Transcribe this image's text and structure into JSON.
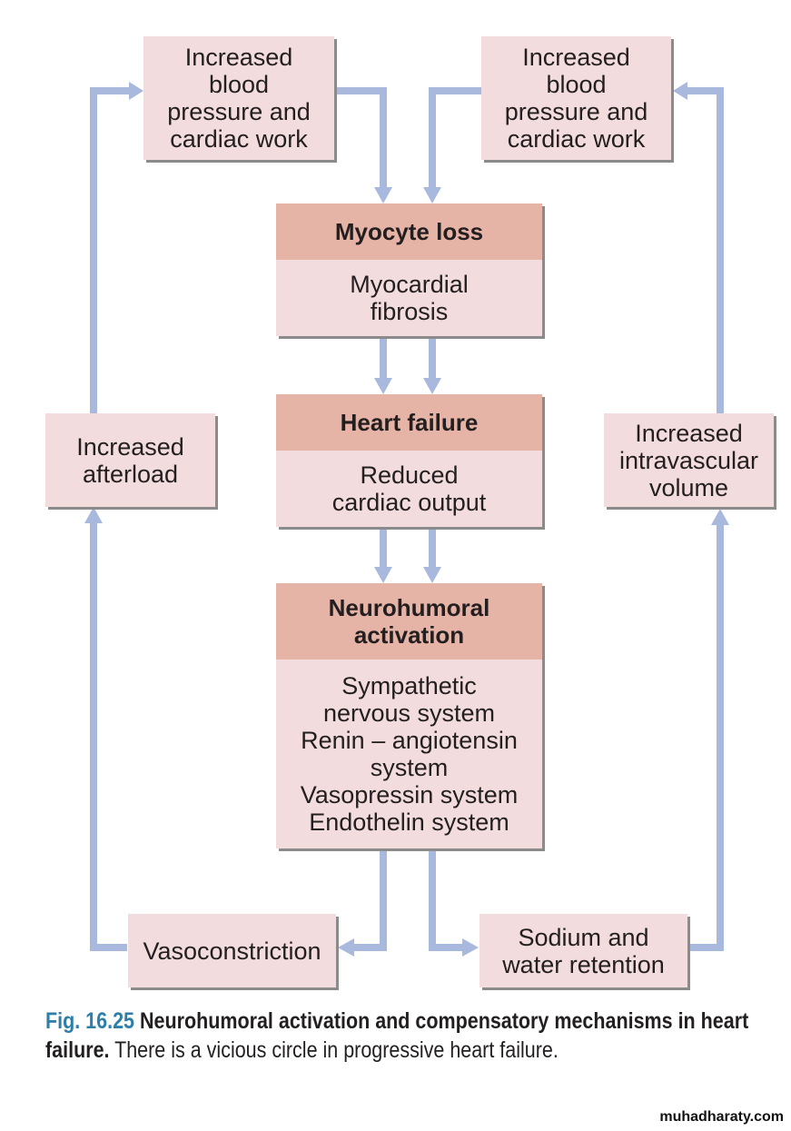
{
  "diagram": {
    "boxes": {
      "bp_left": {
        "lines": [
          "Increased",
          "blood",
          "pressure and",
          "cardiac work"
        ]
      },
      "bp_right": {
        "lines": [
          "Increased",
          "blood",
          "pressure and",
          "cardiac work"
        ]
      },
      "myocyte": {
        "header": "Myocyte loss",
        "body": [
          "Myocardial",
          "fibrosis"
        ]
      },
      "heart_failure": {
        "header": "Heart failure",
        "body": [
          "Reduced",
          "cardiac output"
        ]
      },
      "neurohumoral": {
        "header": [
          "Neurohumoral",
          "activation"
        ],
        "body": [
          "Sympathetic",
          "nervous system",
          "Renin – angiotensin",
          "system",
          "Vasopressin system",
          "Endothelin system"
        ]
      },
      "afterload": {
        "lines": [
          "Increased",
          "afterload"
        ]
      },
      "intravascular": {
        "lines": [
          "Increased",
          "intravascular",
          "volume"
        ]
      },
      "vasoconstriction": {
        "lines": [
          "Vasoconstriction"
        ]
      },
      "sodium": {
        "lines": [
          "Sodium and",
          "water retention"
        ]
      }
    },
    "colors": {
      "arrow": "#a9b9de",
      "box_fill": "#f2dcdd",
      "header_fill": "#e6b4a6",
      "fig_label": "#2e7eaa"
    }
  },
  "caption": {
    "fig": "Fig. 16.25",
    "title": "Neurohumoral activation and compensatory mechanisms in heart failure.",
    "rest": "There is a vicious circle in progressive heart failure."
  },
  "watermark": "muhadharaty.com"
}
